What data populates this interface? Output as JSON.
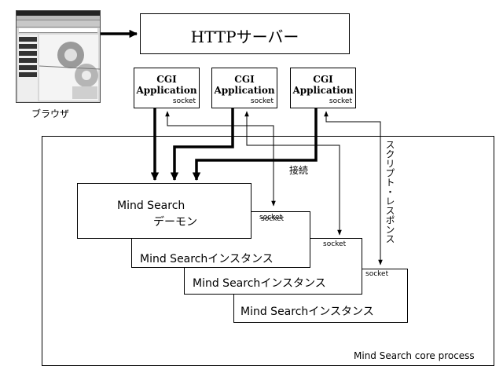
{
  "browser": {
    "label": "ブラウザ"
  },
  "http_server": {
    "label": "HTTPサーバー"
  },
  "cgi_apps": [
    {
      "line1": "CGI",
      "line2": "Application",
      "socket": "socket"
    },
    {
      "line1": "CGI",
      "line2": "Application",
      "socket": "socket"
    },
    {
      "line1": "CGI",
      "line2": "Application",
      "socket": "socket"
    }
  ],
  "daemon": {
    "line1": "Mind Search",
    "line2": "デーモン",
    "socket": "socket"
  },
  "instances": [
    {
      "label": "Mind Searchインスタンス",
      "socket": "socket"
    },
    {
      "label": "Mind Searchインスタンス",
      "socket": "socket"
    },
    {
      "label": "Mind Searchインスタンス",
      "socket": "socket"
    }
  ],
  "core_process": {
    "label": "Mind Search core process"
  },
  "annotations": {
    "connect": "接続",
    "script_response": "スクリプト・レスポンス"
  }
}
